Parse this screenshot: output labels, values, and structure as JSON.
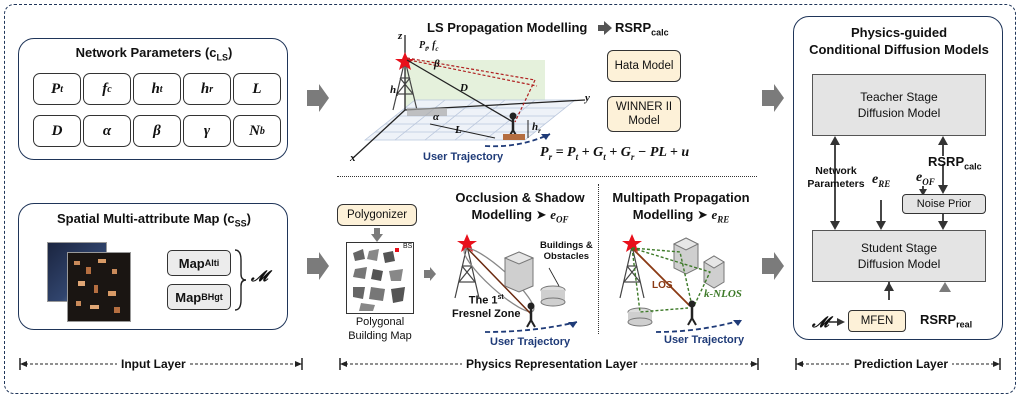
{
  "network_params": {
    "title": "Network Parameters (c",
    "title_sub": "LS",
    "title_end": ")",
    "cells": [
      {
        "t": "P",
        "s": "t"
      },
      {
        "t": "f",
        "s": "c"
      },
      {
        "t": "h",
        "s": "t"
      },
      {
        "t": "h",
        "s": "r"
      },
      {
        "t": "L",
        "s": ""
      },
      {
        "t": "D",
        "s": ""
      },
      {
        "t": "α",
        "s": ""
      },
      {
        "t": "β",
        "s": ""
      },
      {
        "t": "γ",
        "s": ""
      },
      {
        "t": "N",
        "s": "b"
      }
    ]
  },
  "spatial_map": {
    "title": "Spatial Multi-attribute Map (c",
    "title_sub": "SS",
    "title_end": ")",
    "map_alti": "Map",
    "map_alti_sub": "Alti",
    "map_bhgt": "Map",
    "map_bhgt_sub": "BHgt",
    "set_symbol": "𝓜"
  },
  "ls": {
    "title": "LS Propagation Modelling",
    "rsrp": "RSRP",
    "rsrp_sub": "calc",
    "hata": "Hata Model",
    "winner_l1": "WINNER II",
    "winner_l2": "Model",
    "z": "z",
    "y": "y",
    "x": "x",
    "pt_fc": "P",
    "ht": "h",
    "hr": "h",
    "beta": "β",
    "alpha": "α",
    "D": "D",
    "L": "L",
    "user_traj": "User Trajectory",
    "eq": "P",
    "eq_rest": " = P",
    "eq_rest2": " + G",
    "eq_rest3": " + G",
    "eq_rest4": " − PL + u"
  },
  "occlusion": {
    "polygonizer": "Polygonizer",
    "bs": "BS",
    "poly_map_l1": "Polygonal",
    "poly_map_l2": "Building Map",
    "title_l1": "Occlusion & Shadow",
    "title_l2": "Modelling",
    "e_of": "e",
    "e_of_sub": "OF",
    "buildings_l1": "Buildings &",
    "buildings_l2": "Obstacles",
    "fresnel_l1": "The 1",
    "fresnel_sup": "st",
    "fresnel_l2": "Fresnel Zone",
    "user_traj": "User Trajectory"
  },
  "multipath": {
    "title_l1": "Multipath Propagation",
    "title_l2": "Modelling",
    "e_re": "e",
    "e_re_sub": "RE",
    "los": "LOS",
    "knlos": "k-NLOS",
    "user_traj": "User Trajectory"
  },
  "prediction": {
    "title_l1": "Physics-guided",
    "title_l2": "Conditional Diffusion Models",
    "teacher_l1": "Teacher Stage",
    "teacher_l2": "Diffusion Model",
    "student_l1": "Student Stage",
    "student_l2": "Diffusion Model",
    "net_params_l1": "Network",
    "net_params_l2": "Parameters",
    "e_re": "e",
    "e_re_sub": "RE",
    "rsrp_calc": "RSRP",
    "rsrp_calc_sub": "calc",
    "e_of": "e",
    "e_of_sub": "OF",
    "noise_prior": "Noise Prior",
    "m_symbol": "𝓜",
    "mfen": "MFEN",
    "rsrp_real": "RSRP",
    "rsrp_real_sub": "real"
  },
  "layers": {
    "input": "Input Layer",
    "physics": "Physics Representation Layer",
    "prediction": "Prediction Layer"
  },
  "colors": {
    "panel_border": "#1f3559",
    "arrow_gray": "#7b7b7b",
    "model_fill": "#fdf1d8",
    "stage_fill": "#e4e4e4",
    "tower_red": "#e8101b",
    "traj_blue": "#1f3b78"
  }
}
